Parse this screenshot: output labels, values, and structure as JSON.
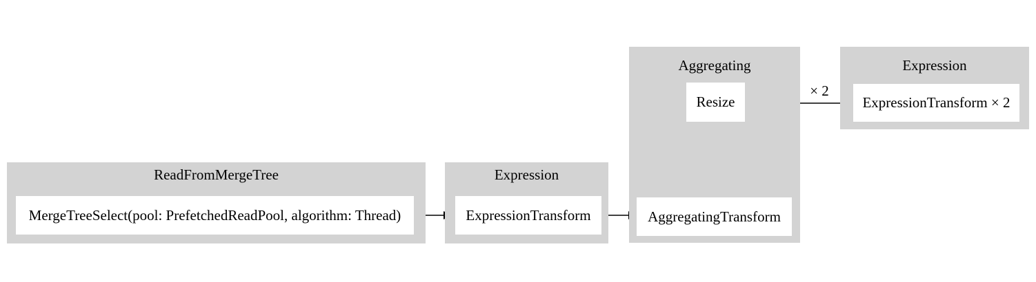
{
  "diagram": {
    "type": "pipeline-graph",
    "colors": {
      "background": "#ffffff",
      "cluster_fill": "#d3d3d3",
      "node_fill": "#ffffff",
      "edge_color": "#000000",
      "text_color": "#000000"
    },
    "clusters": [
      {
        "title": "ReadFromMergeTree",
        "nodes": [
          {
            "label": "MergeTreeSelect(pool: PrefetchedReadPool, algorithm: Thread)"
          }
        ]
      },
      {
        "title": "Expression",
        "nodes": [
          {
            "label": "ExpressionTransform"
          }
        ]
      },
      {
        "title": "Aggregating",
        "nodes": [
          {
            "label": "Resize"
          },
          {
            "label": "AggregatingTransform"
          }
        ]
      },
      {
        "title": "Expression",
        "nodes": [
          {
            "label": "ExpressionTransform × 2"
          }
        ]
      }
    ],
    "edges": [
      {
        "from": "MergeTreeSelect(pool: PrefetchedReadPool, algorithm: Thread)",
        "to": "ExpressionTransform",
        "label": ""
      },
      {
        "from": "ExpressionTransform",
        "to": "AggregatingTransform",
        "label": ""
      },
      {
        "from": "AggregatingTransform",
        "to": "Resize",
        "label": ""
      },
      {
        "from": "Resize",
        "to": "ExpressionTransform × 2",
        "label": "× 2"
      }
    ]
  }
}
